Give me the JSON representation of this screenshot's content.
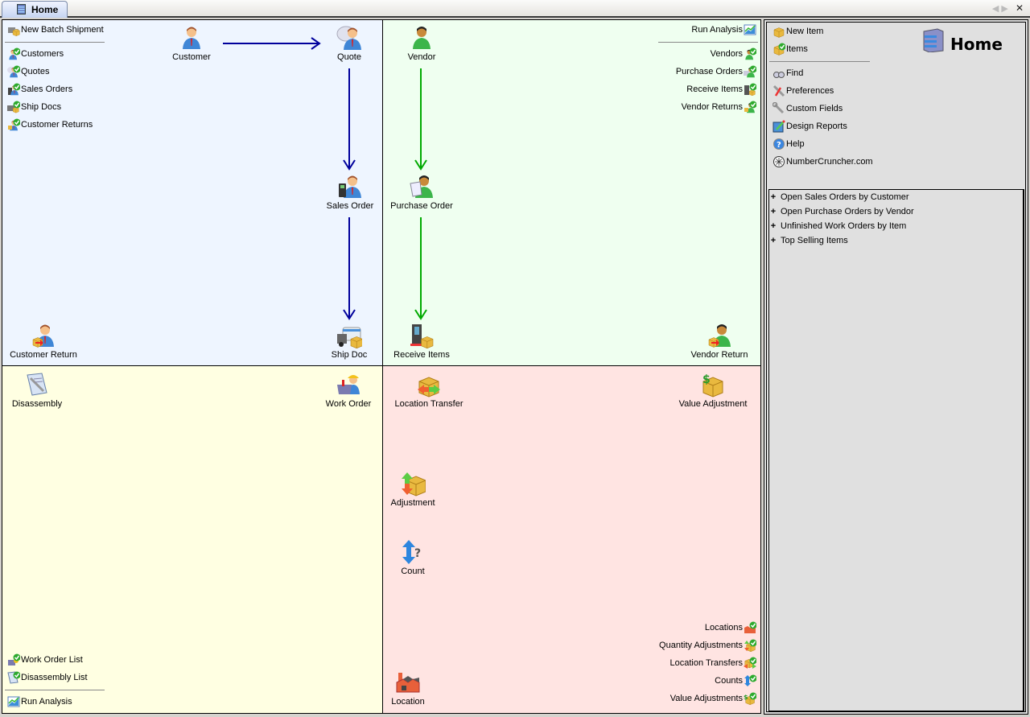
{
  "tab": {
    "label": "Home",
    "icon": "home-database-icon"
  },
  "window_controls": {
    "prev": "◀",
    "next": "▶",
    "close": "✕"
  },
  "colors": {
    "sales_bg": "#eef5ff",
    "purchasing_bg": "#effff0",
    "manufacturing_bg": "#ffffe2",
    "inventory_bg": "#ffe4e2",
    "sidebar_bg": "#e0e0e0",
    "sales_flow_arrow": "#00009c",
    "purchasing_flow_arrow": "#00aa00"
  },
  "sales": {
    "top_link": {
      "label": "New Batch Shipment",
      "icon": "batch-shipment-icon"
    },
    "links": [
      {
        "label": "Customers",
        "icon": "customers-list-icon"
      },
      {
        "label": "Quotes",
        "icon": "quotes-list-icon"
      },
      {
        "label": "Sales Orders",
        "icon": "sales-orders-list-icon"
      },
      {
        "label": "Ship Docs",
        "icon": "ship-docs-list-icon"
      },
      {
        "label": "Customer Returns",
        "icon": "customer-returns-list-icon"
      }
    ],
    "nodes": {
      "customer": "Customer",
      "quote": "Quote",
      "sales_order": "Sales Order",
      "ship_doc": "Ship Doc",
      "customer_return": "Customer Return"
    }
  },
  "purchasing": {
    "top_link": {
      "label": "Run Analysis",
      "icon": "run-analysis-icon"
    },
    "links": [
      {
        "label": "Vendors",
        "icon": "vendors-list-icon"
      },
      {
        "label": "Purchase Orders",
        "icon": "purchase-orders-list-icon"
      },
      {
        "label": "Receive Items",
        "icon": "receive-items-list-icon"
      },
      {
        "label": "Vendor Returns",
        "icon": "vendor-returns-list-icon"
      }
    ],
    "nodes": {
      "vendor": "Vendor",
      "purchase_order": "Purchase Order",
      "receive_items": "Receive Items",
      "vendor_return": "Vendor Return"
    }
  },
  "manufacturing": {
    "nodes": {
      "disassembly": "Disassembly",
      "work_order": "Work Order"
    },
    "links": [
      {
        "label": "Work Order List",
        "icon": "work-order-list-icon"
      },
      {
        "label": "Disassembly List",
        "icon": "disassembly-list-icon"
      }
    ],
    "bottom_link": {
      "label": "Run Analysis",
      "icon": "run-analysis-icon"
    }
  },
  "inventory": {
    "nodes": {
      "location_transfer": "Location Transfer",
      "value_adjustment": "Value Adjustment",
      "adjustment": "Adjustment",
      "count": "Count",
      "location": "Location"
    },
    "links": [
      {
        "label": "Locations",
        "icon": "locations-list-icon"
      },
      {
        "label": "Quantity Adjustments",
        "icon": "quantity-adjustments-list-icon"
      },
      {
        "label": "Location Transfers",
        "icon": "location-transfers-list-icon"
      },
      {
        "label": "Counts",
        "icon": "counts-list-icon"
      },
      {
        "label": "Value Adjustments",
        "icon": "value-adjustments-list-icon"
      }
    ]
  },
  "sidebar": {
    "title": "Home",
    "item_links": [
      {
        "label": "New Item",
        "icon": "new-item-box-icon"
      },
      {
        "label": "Items",
        "icon": "items-list-icon"
      }
    ],
    "tool_links": [
      {
        "label": "Find",
        "icon": "binoculars-icon"
      },
      {
        "label": "Preferences",
        "icon": "preferences-tools-icon"
      },
      {
        "label": "Custom Fields",
        "icon": "wrench-icon"
      },
      {
        "label": "Design Reports",
        "icon": "design-reports-icon"
      },
      {
        "label": "Help",
        "icon": "help-icon"
      },
      {
        "label": "NumberCruncher.com",
        "icon": "compass-icon"
      }
    ],
    "reports": [
      {
        "label": "Open Sales Orders by Customer",
        "expander": "+"
      },
      {
        "label": "Open Purchase Orders by Vendor",
        "expander": "+"
      },
      {
        "label": "Unfinished Work Orders by Item",
        "expander": "+"
      },
      {
        "label": "Top Selling Items",
        "expander": "+"
      }
    ]
  }
}
